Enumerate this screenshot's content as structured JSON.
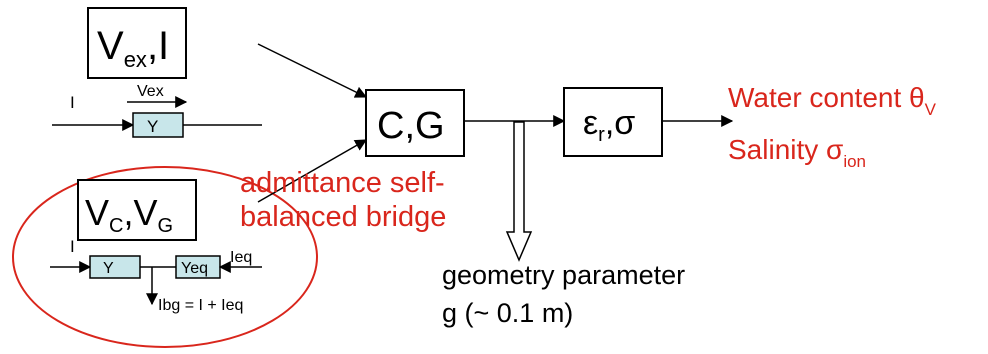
{
  "box_vex_i": {
    "main": "V",
    "sub": "ex",
    "rest": ",I"
  },
  "circuit_top": {
    "current": "I",
    "voltage": "Vex",
    "element": "Y"
  },
  "box_vc_vg": {
    "v1": "V",
    "sub1": "C",
    "sep": ",V",
    "sub2": "G"
  },
  "circuit_bottom": {
    "current": "I",
    "element": "Y",
    "element_eq": "Yeq",
    "i_eq": "Ieq",
    "i_bg": "Ibg = I + Ieq"
  },
  "box_cg": {
    "label": "C,G"
  },
  "box_eps_sigma": {
    "eps": "ε",
    "sub": "r",
    "rest": ",σ"
  },
  "bridge_label": {
    "line1": "admittance self-",
    "line2": "balanced bridge"
  },
  "outputs": {
    "water": {
      "text": "Water content θ",
      "sub": "V"
    },
    "salinity": {
      "text": "Salinity σ",
      "sub": "ion"
    }
  },
  "geometry": {
    "line1": "geometry parameter",
    "line2": "g (~ 0.1 m)"
  },
  "colors": {
    "accent_red": "#d9261c",
    "element_fill": "#c8e6ea"
  }
}
